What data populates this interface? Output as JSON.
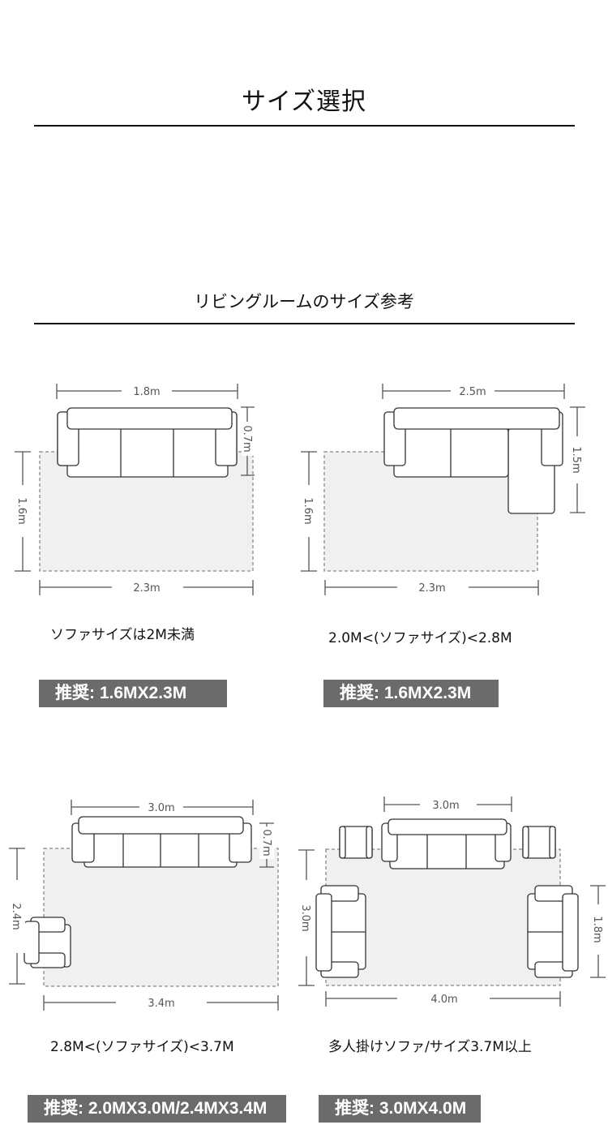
{
  "header": {
    "title": "サイズ選択",
    "subtitle": "リビングルームのサイズ参考"
  },
  "colors": {
    "badge_bg": "#6b6b6b",
    "rug_fill": "#f0f0f0",
    "line": "#333333",
    "dimension_text": "#555555"
  },
  "layouts": [
    {
      "dims": {
        "sofa_width": "1.8m",
        "sofa_depth": "0.7m",
        "rug_height": "1.6m",
        "rug_width": "2.3m"
      },
      "condition": "ソファサイズは2M未満",
      "recommend": "推奨: 1.6MX2.3M"
    },
    {
      "dims": {
        "sofa_width": "2.5m",
        "sofa_depth": "1.5m",
        "rug_height": "1.6m",
        "rug_width": "2.3m"
      },
      "condition": "2.0M<(ソファサイズ)<2.8M",
      "recommend": "推奨: 1.6MX2.3M"
    },
    {
      "dims": {
        "sofa_width": "3.0m",
        "sofa_depth": "0.7m",
        "rug_height": "2.4m",
        "rug_width": "3.4m"
      },
      "condition": "2.8M<(ソファサイズ)<3.7M",
      "recommend": "推奨: 2.0MX3.0M/2.4MX3.4M"
    },
    {
      "dims": {
        "sofa_width": "3.0m",
        "side_sofa_length": "1.8m",
        "rug_height": "3.0m",
        "rug_width": "4.0m"
      },
      "condition": "多人掛けソファ/サイズ3.7M以上",
      "recommend": "推奨: 3.0MX4.0M"
    }
  ]
}
